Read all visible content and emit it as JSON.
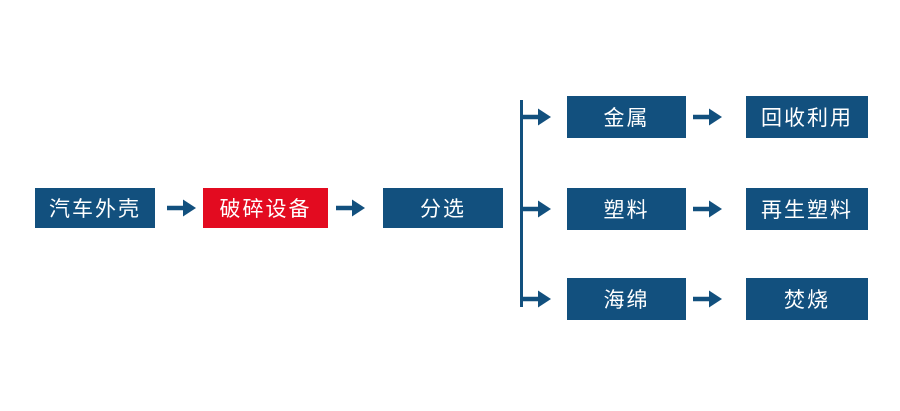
{
  "colors": {
    "node_blue": "#12507e",
    "node_red": "#e30b20",
    "arrow_blue": "#12507e",
    "node_text": "#ffffff",
    "background": "#ffffff"
  },
  "flow": {
    "main_nodes": [
      {
        "label": "汽车外壳",
        "color": "blue"
      },
      {
        "label": "破碎设备",
        "color": "red"
      },
      {
        "label": "分选",
        "color": "blue"
      }
    ],
    "branches": [
      {
        "material": "金属",
        "destination": "回收利用"
      },
      {
        "material": "塑料",
        "destination": "再生塑料"
      },
      {
        "material": "海绵",
        "destination": "焚烧"
      }
    ]
  }
}
